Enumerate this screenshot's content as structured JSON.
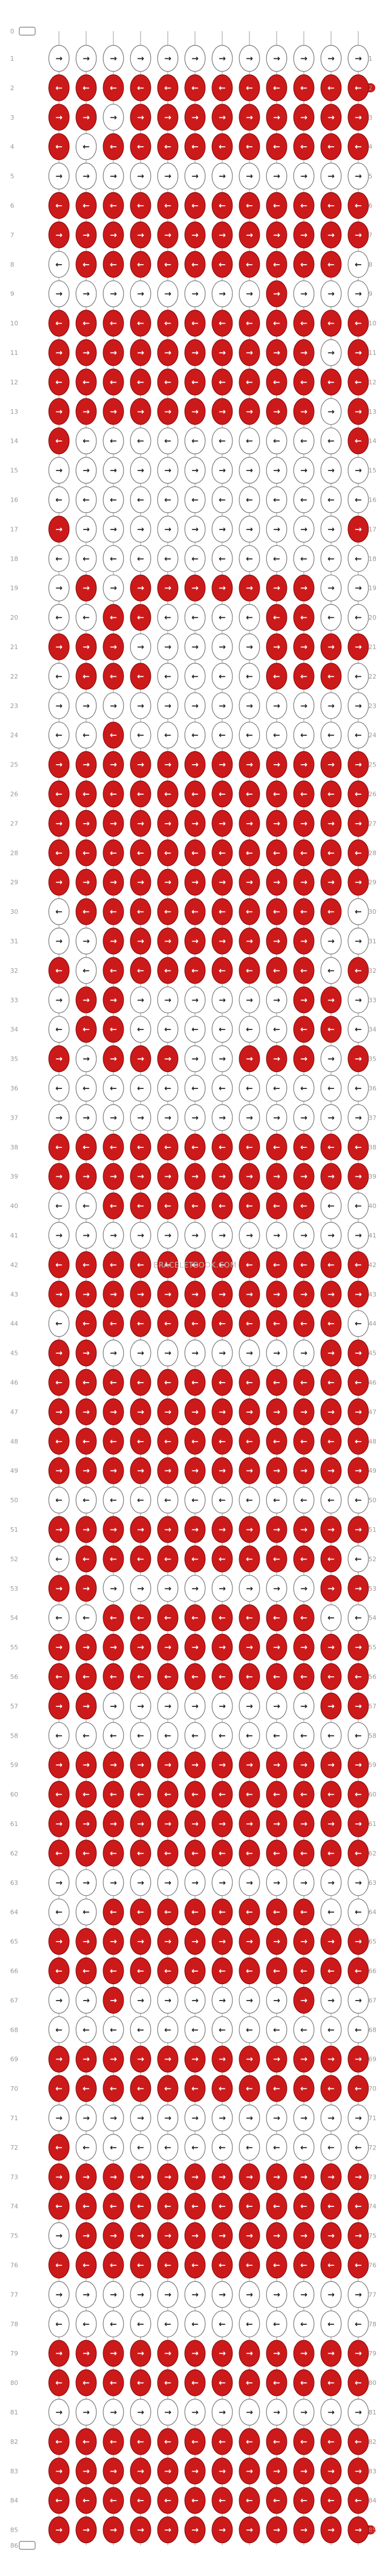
{
  "diagram": {
    "kind": "alpha-friendship-bracelet-pattern",
    "strings": 12,
    "rows": 85,
    "first_row_label": "0",
    "last_row_label": "86",
    "watermark": "BRACELETBOOK.COM"
  },
  "colors": {
    "red": "#cc1a1a",
    "red_stroke": "#8a0b0b",
    "white": "#ffffff",
    "white_stroke": "#777777",
    "line": "#aaaaaa",
    "arrow_on_red": "#ffffff",
    "arrow_on_white": "#222222"
  },
  "arrow_glyphs": {
    "right": "→",
    "left": "←"
  },
  "row_labels": [
    "1",
    "2",
    "3",
    "4",
    "5",
    "6",
    "7",
    "8",
    "9",
    "10",
    "11",
    "12",
    "13",
    "14",
    "15",
    "16",
    "17",
    "18",
    "19",
    "20",
    "21",
    "22",
    "23",
    "24",
    "25",
    "26",
    "27",
    "28",
    "29",
    "30",
    "31",
    "32",
    "33",
    "34",
    "35",
    "36",
    "37",
    "38",
    "39",
    "40",
    "41",
    "42",
    "43",
    "44",
    "45",
    "46",
    "47",
    "48",
    "49",
    "50",
    "51",
    "52",
    "53",
    "54",
    "55",
    "56",
    "57",
    "58",
    "59",
    "60",
    "61",
    "62",
    "63",
    "64",
    "65",
    "66",
    "67",
    "68",
    "69",
    "70",
    "71",
    "72",
    "73",
    "74",
    "75",
    "76",
    "77",
    "78",
    "79",
    "80",
    "81",
    "82",
    "83",
    "84",
    "85"
  ],
  "knot_rows": [
    "WWWWWWWWWWWW",
    "RRRRRRRRRRRR",
    "RRWRRRRRRRRR",
    "RWRRRRRRRRRR",
    "WWWWWWWWWWWW",
    "RRRRRRRRRRRR",
    "RRRRRRRRRRRR",
    "WRRRRRRRRRRW",
    "WWWWWWWWRWWW",
    "RRRRRRRRRRRR",
    "RRRRRRRRRRWR",
    "RRRRRRRRRRRR",
    "RRRRRRRRRRWR",
    "RWWWWWWWWWWR",
    "WWWWWWWWWWWW",
    "WWWWWWWWWWWW",
    "RWWWWWWWWWWR",
    "WWWWWWWWWWWW",
    "WRWRRRRRRRWW",
    "WWRRWWWWRRWW",
    "RRRWWWWWRRRR",
    "WRRRWWWWRRRW",
    "WWWWWWWWWWWW",
    "WWRWWWWWWWWW",
    "RRRRRRRRRRRR",
    "RRRRRRRRRRRR",
    "RRRRRRRRRRRR",
    "RRRRRRRRRRRR",
    "RRRRRRRRRRRR",
    "WRRRRRRRRRRW",
    "WWRRRRRRRRWW",
    "RWRRRRRRRRWR",
    "WRRWWWWWWRRW",
    "WRRWWWWWWRRW",
    "RWRRRWWRRRWR",
    "WWWWWWWWWWWW",
    "WWWWWWWWWWWW",
    "RRRRRRRRRRRR",
    "RRRRRRRRRRRR",
    "WWRRRRRRRRWW",
    "WWWWWWWWWWWW",
    "RRRRRRRRRRRR",
    "RRRRRRRRRRRR",
    "WRRRRRRRRRRW",
    "RRWWWWWWWWRR",
    "RRRRRRRRRRRR",
    "RRRRRRRRRRRR",
    "RRRRRRRRRRRR",
    "RRRRRRRRRRRR",
    "WWWWWWWWWWWW",
    "RRRRRRRRRRRR",
    "WRRRRRRRRRRW",
    "RRWWWWWWWWRR",
    "WWRRRRRRRRWW",
    "RRRRRRRRRRRR",
    "RRRRRRRRRRRR",
    "RRWWWWWWWWRR",
    "WWWWWWWWWWWW",
    "RRRRRRRRRRRR",
    "RRRRRRRRRRRR",
    "RRRRRRRRRRRR",
    "RRRRRRRRRRRR",
    "WWWWWWWWWWWW",
    "WWRRRRRRRRWW",
    "RRRRRRRRRRRR",
    "RRRRRRRRRRRR",
    "WWRWWWWWWRWW",
    "WWWWWWWWWWWW",
    "RRRRRRRRRRRR",
    "RRRRRRRRRRRR",
    "WWWWWWWWWWWW",
    "RWWWWWWWWWWW",
    "RRRRRRRRRRRR",
    "RRRRRRRRRRRR",
    "WRRRRRRRRRRR",
    "RRRRRRRRRRRR",
    "WWWWWWWWWWWW",
    "WWWWWWWWWWWW",
    "RRRRRRRRRRRR",
    "RRRRRRRRRRRR",
    "WWWWWWWWWWWW",
    "RRRRRRRRRRRR",
    "RRRRRRRRRRRR",
    "RRRRRRRRRRRR",
    "RRRRRRRRRRRR"
  ],
  "arrow_rows": [
    "RRRRRRRRRRRR",
    "LLLLLLLLLLLL",
    "RRRRRRRRRRRR",
    "LLLLLLLLLLLL",
    "RRRRRRRRRRRR",
    "LLLLLLLLLLLL",
    "RRRRRRRRRRRR",
    "LLLLLLLLLLLL",
    "RRRRRRRRRRRR",
    "LLLLLLLLLLLL",
    "RRRRRRRRRRRR",
    "LLLLLLLLLLLL",
    "RRRRRRRRRRRR",
    "LLLLLLLLLLLL",
    "RRRRRRRRRRRR",
    "LLLLLLLLLLLL",
    "RRRRRRRRRRRR",
    "LLLLLLLLLLLL",
    "RRRRRRRRRRRR",
    "LLLLLLLLLLLL",
    "RRRRRRRRRRRR",
    "LLLLLLLLLLLL",
    "RRRRRRRRRRRR",
    "LLLLLLLLLLLL",
    "RRRRRRRRRRRR",
    "LLLLLLLLLLLL",
    "RRRRRRRRRRRR",
    "LLLLLLLLLLLL",
    "RRRRRRRRRRRR",
    "LLLLLLLLLLLL",
    "RRRRRRRRRRRR",
    "LLLLLLLLLLLL",
    "RRRRRRRRRRRR",
    "LLLLLLLLLLLL",
    "RRRRRRRRRRRR",
    "LLLLLLLLLLLL",
    "RRRRRRRRRRRR",
    "LLLLLLLLLLLL",
    "RRRRRRRRRRRR",
    "LLLLLLLLLLLL",
    "RRRRRRRRRRRR",
    "LLLLLLLLLLLL",
    "RRRRRRRRRRRR",
    "LLLLLLLLLLLL",
    "RRRRRRRRRRRR",
    "LLLLLLLLLLLL",
    "RRRRRRRRRRRR",
    "LLLLLLLLLLLL",
    "RRRRRRRRRRRR",
    "LLLLLLLLLLLL",
    "RRRRRRRRRRRR",
    "LLLLLLLLLLLL",
    "RRRRRRRRRRRR",
    "LLLLLLLLLLLL",
    "RRRRRRRRRRRR",
    "LLLLLLLLLLLL",
    "RRRRRRRRRRRR",
    "LLLLLLLLLLLL",
    "RRRRRRRRRRRR",
    "LLLLLLLLLLLL",
    "RRRRRRRRRRRR",
    "LLLLLLLLLLLL",
    "RRRRRRRRRRRR",
    "LLLLLLLLLLLL",
    "RRRRRRRRRRRR",
    "LLLLLLLLLLLL",
    "RRRRRRRRRRRR",
    "LLLLLLLLLLLL",
    "RRRRRRRRRRRR",
    "LLLLLLLLLLLL",
    "RRRRRRRRRRRR",
    "LLLLLLLLLLLL",
    "RRRRRRRRRRRR",
    "LLLLLLLLLLLL",
    "RRRRRRRRRRRR",
    "LLLLLLLLLLLL",
    "RRRRRRRRRRRR",
    "LLLLLLLLLLLL",
    "RRRRRRRRRRRR",
    "LLLLLLLLLLLL",
    "RRRRRRRRRRRR",
    "LLLLLLLLLLLL",
    "RRRRRRRRRRRR",
    "LLLLLLLLLLLL",
    "RRRRRRRRRRRR"
  ]
}
